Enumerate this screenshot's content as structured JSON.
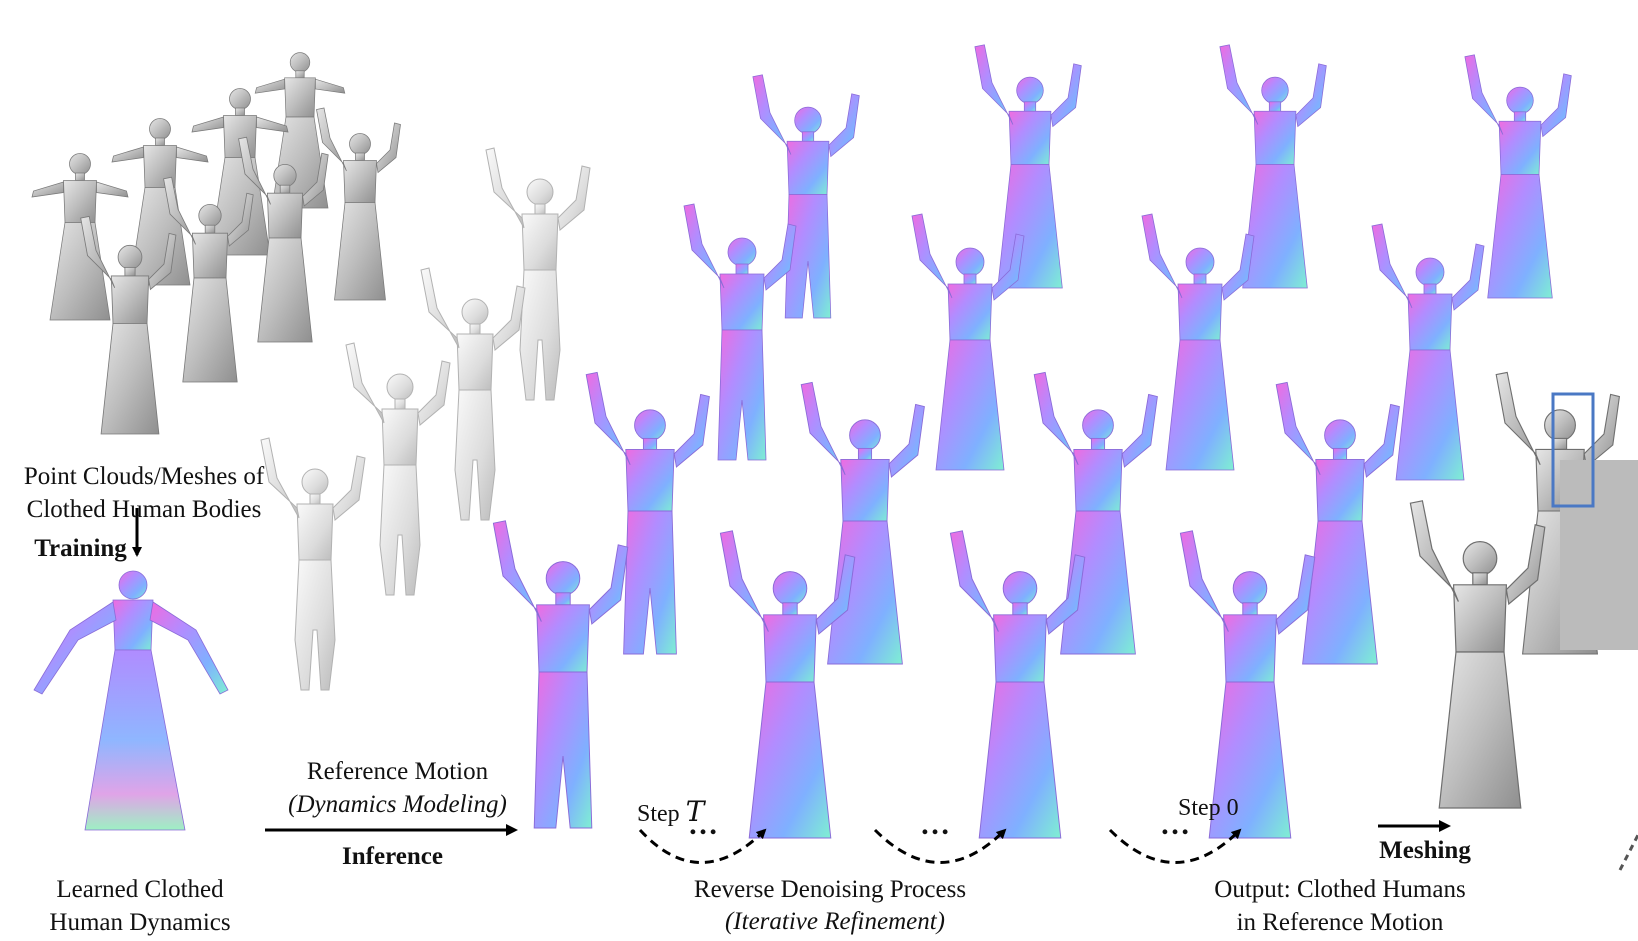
{
  "labels": {
    "training_data": [
      "Point Clouds/Meshes of",
      "Clothed Human Bodies"
    ],
    "training": "Training",
    "learned": [
      "Learned Clothed",
      "Human Dynamics"
    ],
    "reference": "Reference Motion",
    "dynamics": "(Dynamics Modeling)",
    "inference": "Inference",
    "reverse": "Reverse Denoising Process",
    "iterative": "(Iterative Refinement)",
    "step_t_prefix": "Step",
    "step_t_symbol": "T",
    "step_0": "Step 0",
    "dots": "…",
    "output": [
      "Output: Clothed Humans",
      "in Reference Motion"
    ],
    "meshing": "Meshing"
  },
  "colors": {
    "gray_mesh": "#c9c9c9",
    "light_mesh": "#e4e4e4",
    "normal_body": "#b48cf2",
    "normal_cloth": "#8fa8f5",
    "arrow": "#000000",
    "box": "#4a78c4"
  }
}
